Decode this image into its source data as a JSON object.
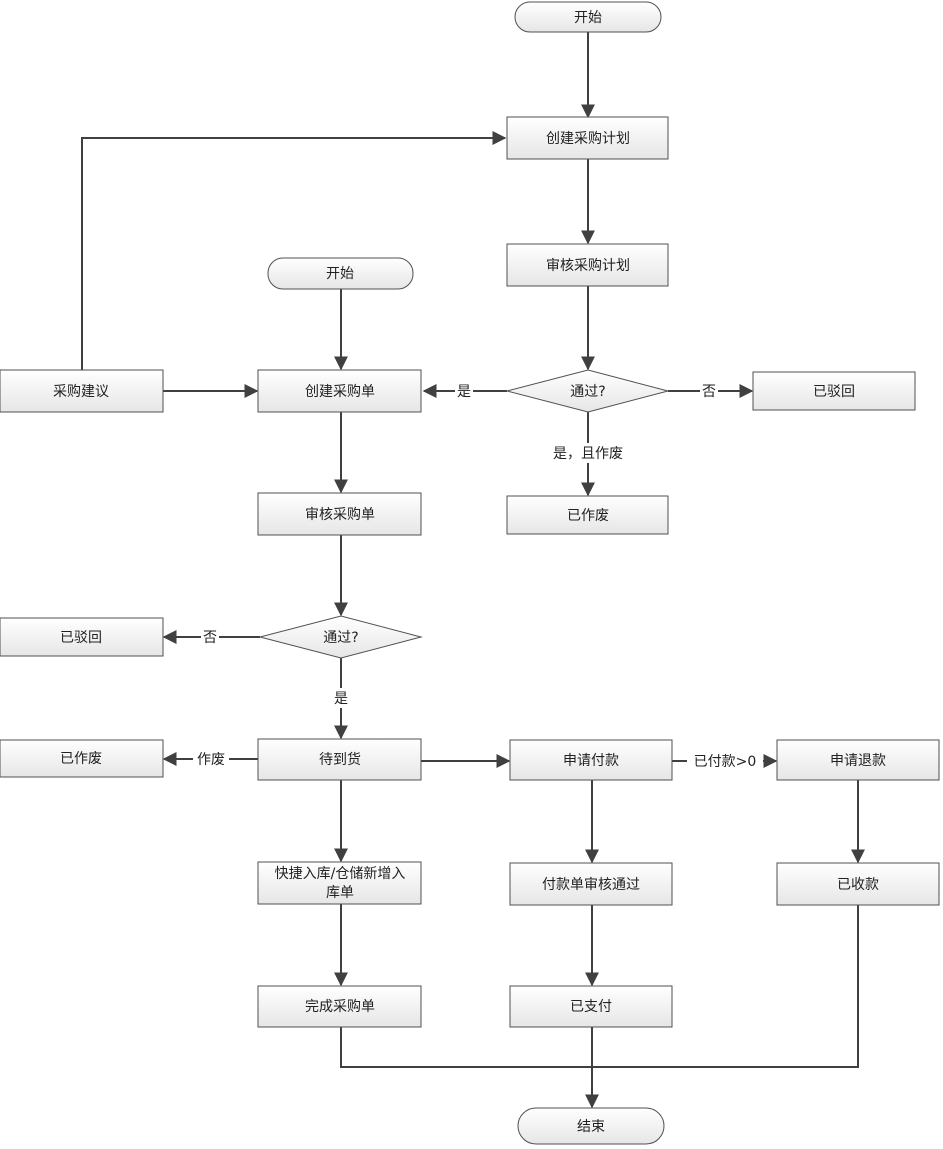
{
  "nodes": {
    "start_top": "开始",
    "create_plan": "创建采购计划",
    "review_plan": "审核采购计划",
    "plan_pass": "通过?",
    "plan_rejected": "已驳回",
    "plan_voided": "已作废",
    "start_mid": "开始",
    "suggestion": "采购建议",
    "create_order": "创建采购单",
    "review_order": "审核采购单",
    "order_pass": "通过?",
    "order_rejected": "已驳回",
    "awaiting": "待到货",
    "awaiting_voided": "已作废",
    "inbound_line1": "快捷入库/仓储新增入",
    "inbound_line2": "库单",
    "complete_order": "完成采购单",
    "apply_payment": "申请付款",
    "payment_approved": "付款单审核通过",
    "paid": "已支付",
    "apply_refund": "申请退款",
    "refund_received": "已收款",
    "end": "结束"
  },
  "edge_labels": {
    "plan_yes": "是",
    "plan_no": "否",
    "plan_yes_void": "是，且作废",
    "order_no": "否",
    "order_yes": "是",
    "void": "作废",
    "paid_gt_zero": "已付款>0"
  }
}
